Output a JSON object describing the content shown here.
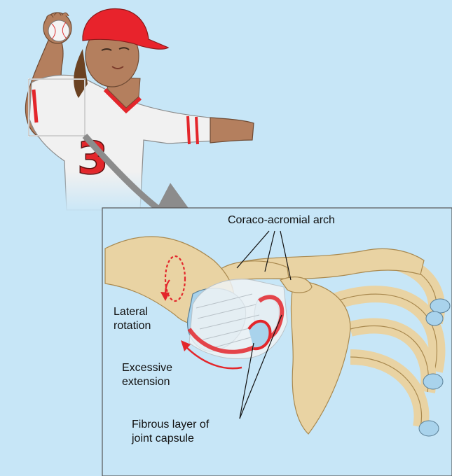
{
  "labels": {
    "arch": "Coraco-acromial arch",
    "rotation": [
      "Lateral",
      "rotation"
    ],
    "extension": [
      "Excessive",
      "extension"
    ],
    "capsule": [
      "Fibrous layer of",
      "joint capsule"
    ]
  },
  "colors": {
    "background": "#c7e6f7",
    "bone": "#e9d3a3",
    "bone_outline": "#a9894f",
    "cartilage": "#a9d3ec",
    "ligament": "#eef2f4",
    "injury_red": "#e3262b",
    "arrow_gray": "#8c8c8c",
    "jersey": "#f1f1f1",
    "cap": "#e8232c",
    "skin": "#b47f5e"
  },
  "icons": {
    "rotation_arrow": "curved-rotation-arrow-icon",
    "extension_arrow": "curved-extension-arrow-icon",
    "zoom_arrow": "zoom-pointer-arrow-icon"
  }
}
